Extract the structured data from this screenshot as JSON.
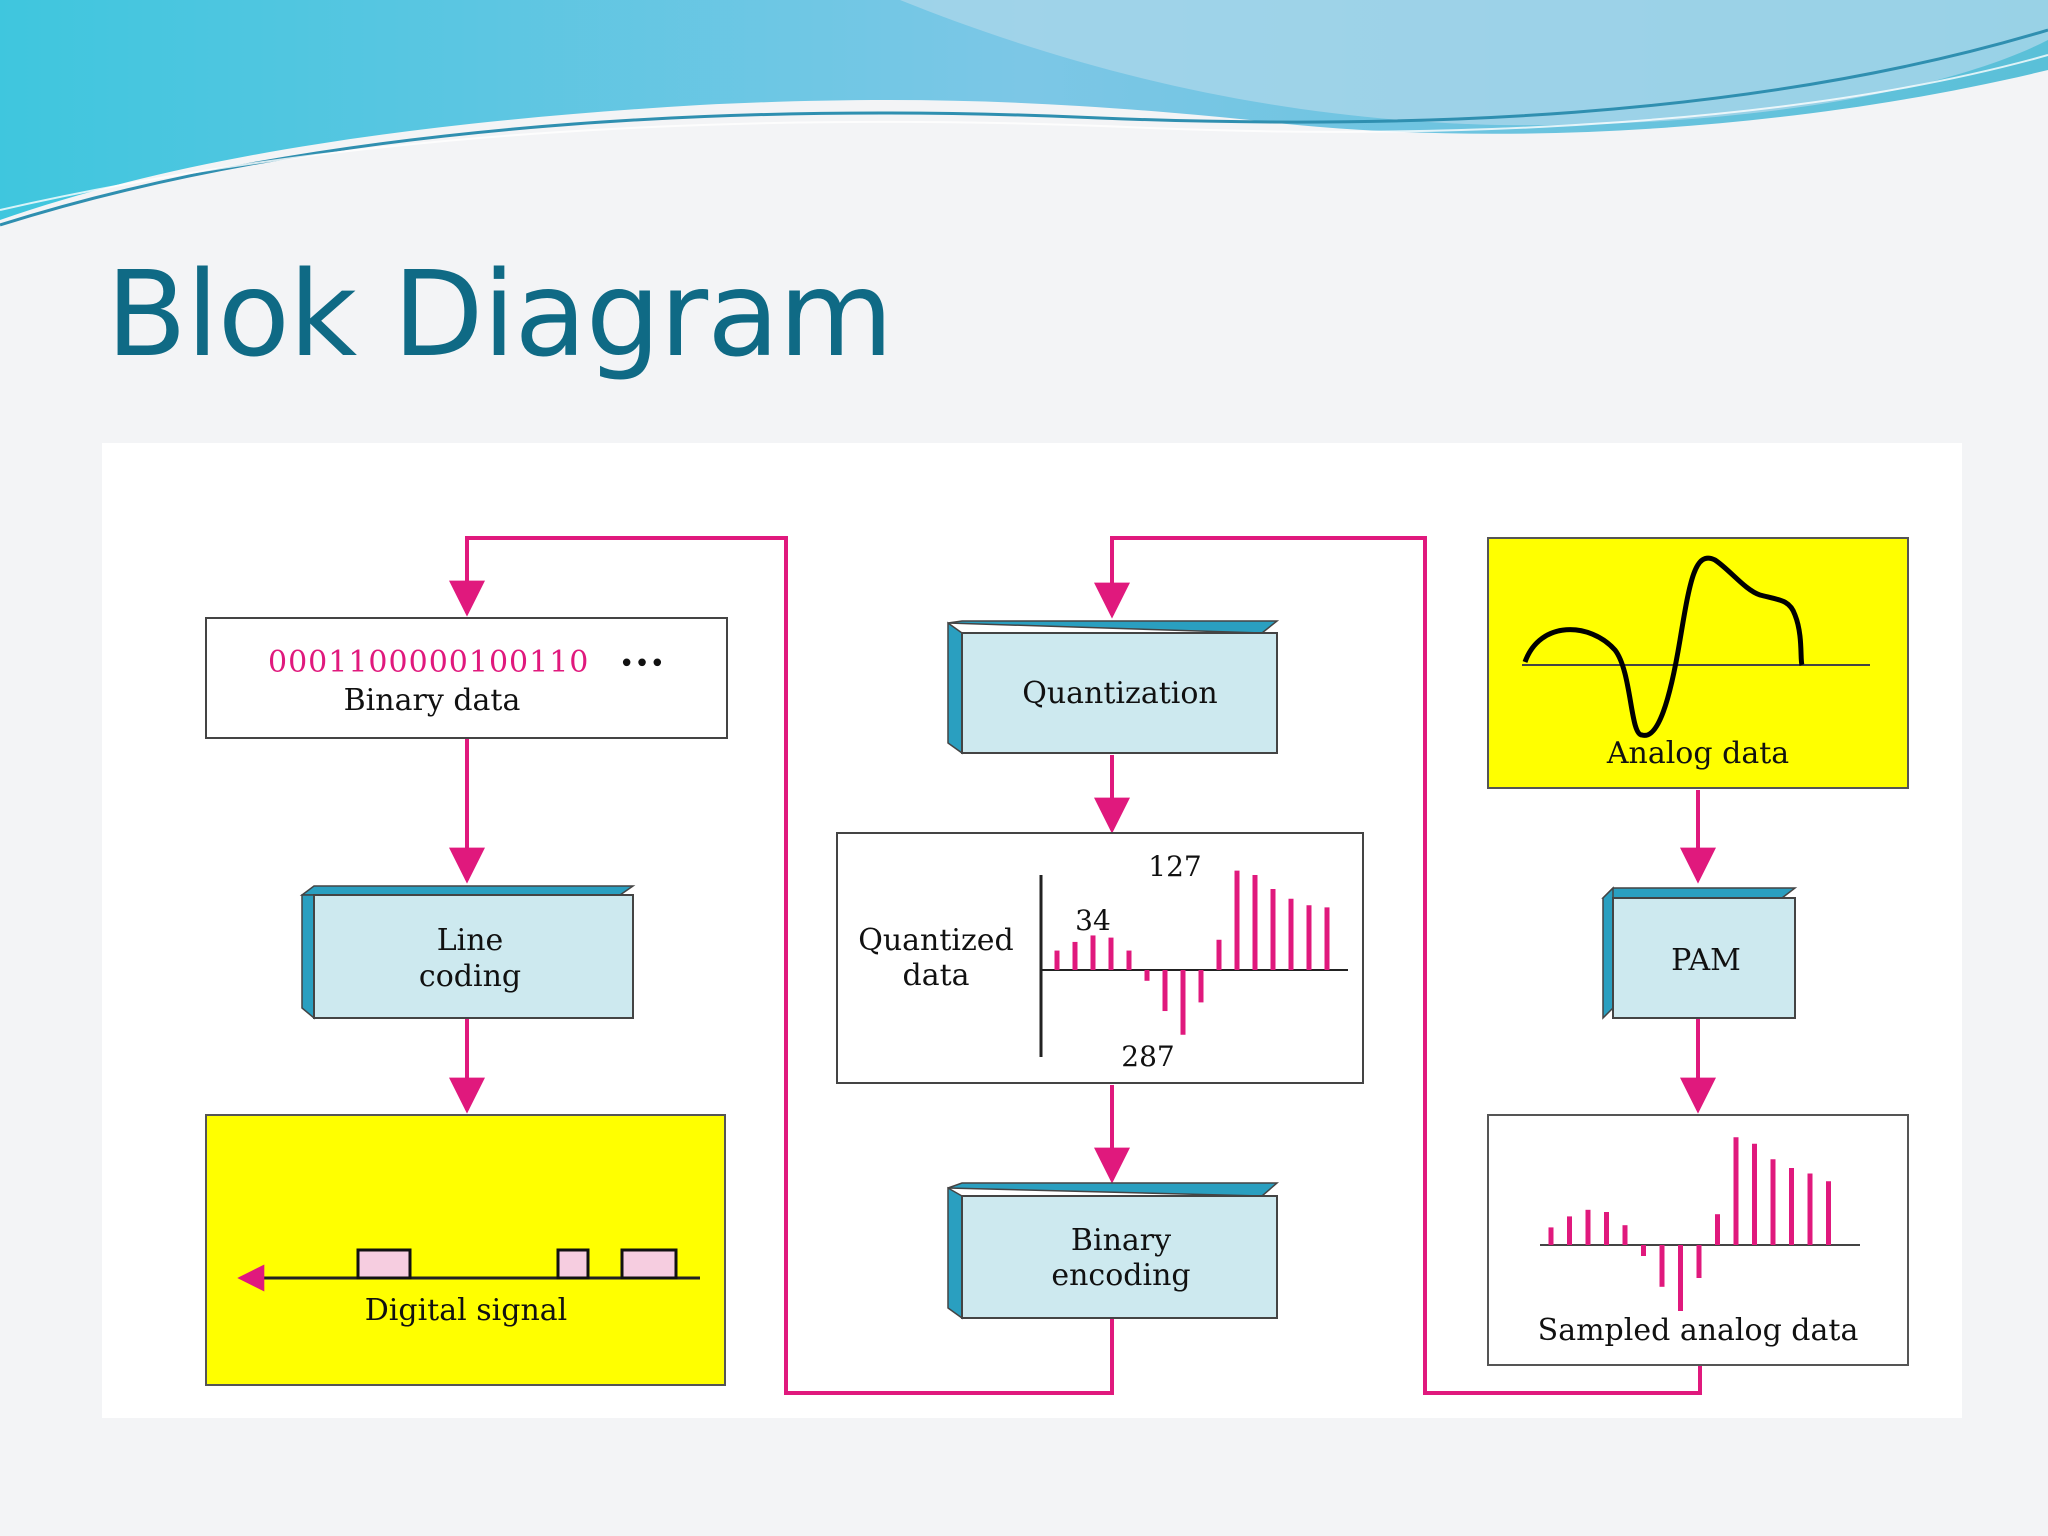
{
  "slide": {
    "title": "Blok Diagram",
    "colors": {
      "title": "#0f6a85",
      "arrow": "#e0197d",
      "block_face": "#cde9ef",
      "block_side": "#2a9fc0",
      "highlight": "#ffff00"
    }
  },
  "diagram": {
    "binary_data": {
      "bits": "0001100000100110",
      "ellipsis": "•••",
      "label": "Binary data"
    },
    "line_coding": {
      "line1": "Line",
      "line2": "coding"
    },
    "digital_signal": {
      "label": "Digital signal"
    },
    "quantization": {
      "label": "Quantization"
    },
    "quantized_data": {
      "line1": "Quantized",
      "line2": "data",
      "value_high": "127",
      "value_mid": "34",
      "value_low": "287",
      "pulses": [
        0.18,
        0.26,
        0.32,
        0.3,
        0.18,
        -0.1,
        -0.38,
        -0.6,
        -0.3,
        0.28,
        0.92,
        0.88,
        0.75,
        0.66,
        0.6,
        0.58
      ]
    },
    "binary_encoding": {
      "line1": "Binary",
      "line2": "encoding"
    },
    "analog_data": {
      "label": "Analog data"
    },
    "pam": {
      "label": "PAM"
    },
    "sampled_analog_data": {
      "label": "Sampled analog data",
      "pulses": [
        0.16,
        0.26,
        0.32,
        0.3,
        0.18,
        -0.1,
        -0.38,
        -0.6,
        -0.3,
        0.28,
        0.98,
        0.92,
        0.78,
        0.7,
        0.65,
        0.58
      ]
    }
  }
}
